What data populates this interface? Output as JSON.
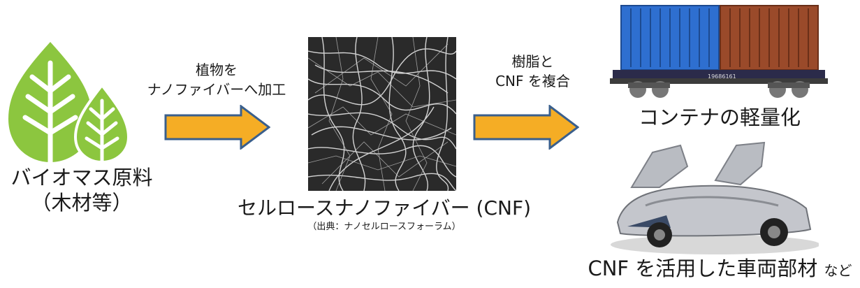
{
  "biomass": {
    "line1": "バイオマス原料",
    "line2": "（木材等）"
  },
  "step1": {
    "line1": "植物を",
    "line2": "ナノファイバーへ加工"
  },
  "cnf": {
    "label": "セルロースナノファイバー (CNF)",
    "source": "（出典：ナノセルロースフォーラム）"
  },
  "step2": {
    "line1": "樹脂と",
    "line2": "CNF を複合"
  },
  "products": {
    "container_label": "コンテナの軽量化",
    "container_plate": "19686161",
    "car_label_main": "CNF を活用した車両部材",
    "car_label_suffix": "など"
  },
  "colors": {
    "arrow_fill": "#f5ad25",
    "arrow_stroke": "#3a5f8c",
    "leaf": "#8cc63f",
    "container_blue": "#2e6fd0",
    "container_brown": "#9a4a2a"
  }
}
